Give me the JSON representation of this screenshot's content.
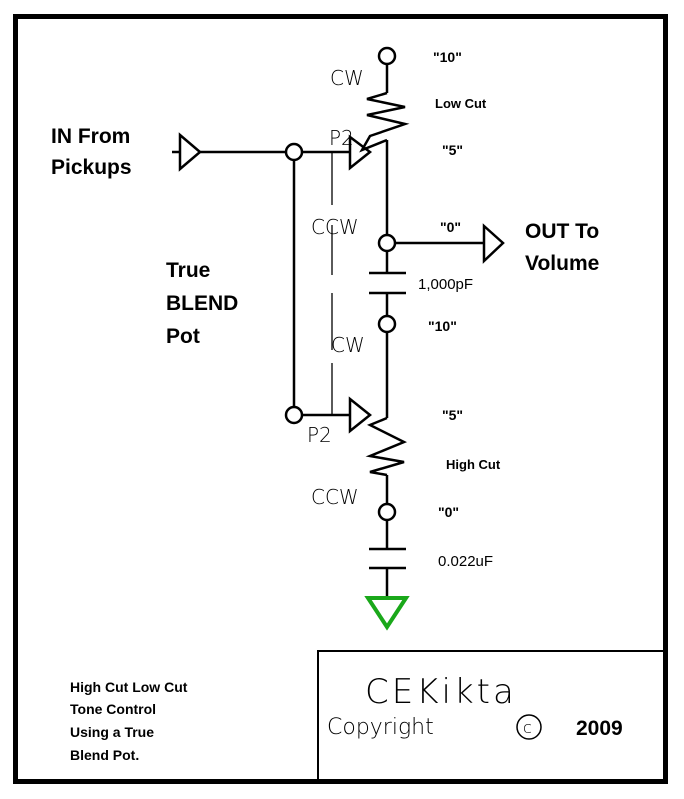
{
  "labels": {
    "input": [
      "IN From",
      "Pickups"
    ],
    "output": [
      "OUT To",
      "Volume"
    ],
    "pot_name": [
      "True",
      "BLEND",
      "Pot"
    ],
    "p2_top": "P2",
    "p2_bottom": "P2",
    "top_cw": "CW",
    "mid_ccw": "CCW",
    "mid_cw": "CW",
    "bottom_ccw": "CCW",
    "top_10": "\"10\"",
    "low_cut": "Low Cut",
    "top_5": "\"5\"",
    "top_0": "\"0\"",
    "cap_1": "1,000pF",
    "mid_10": "\"10\"",
    "bot_5": "\"5\"",
    "high_cut": "High Cut",
    "bot_0": "\"0\"",
    "cap_2": "0.022uF"
  },
  "description": [
    "High Cut Low Cut",
    "Tone Control",
    "Using a True",
    "Blend Pot."
  ],
  "title_block": {
    "author": "CEKikta",
    "copyright_word": "Copyright",
    "copyright_symbol": "c",
    "year": "2009"
  },
  "colors": {
    "ground": "#1aa81a",
    "ink": "#000000"
  }
}
